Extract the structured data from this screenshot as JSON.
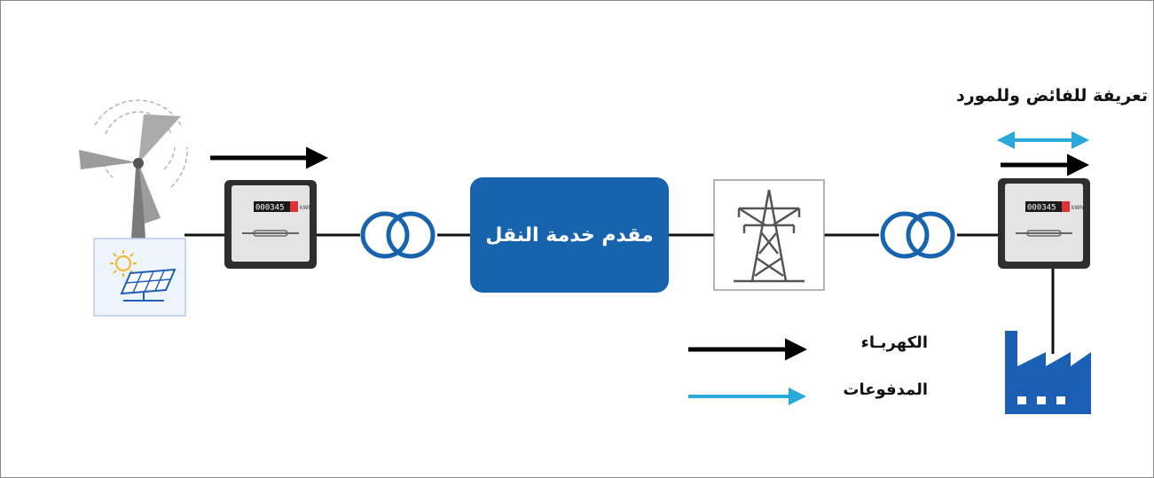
{
  "operator_box": {
    "label": "مقدم خدمة النقل"
  },
  "tariff_label": "تعريفة للفائض وللمورد",
  "legend": {
    "electricity_label": "الكهربـاء",
    "payments_label": "المدفوعات"
  },
  "meters": {
    "left_reading": "000345",
    "right_reading": "000345",
    "unit": "kWh"
  },
  "colors": {
    "operator_fill": "#1763ad",
    "electricity_arrow": "#000000",
    "payments_arrow": "#29a8dc",
    "factory": "#1a5fb3",
    "solar_panel": "#1e5fb5",
    "sun": "#f2b523"
  },
  "icons": {
    "wind_turbine": "wind-turbine-icon",
    "solar_panel": "solar-panel-icon",
    "meter": "electricity-meter-icon",
    "transformer": "transformer-icon",
    "pylon": "transmission-tower-icon",
    "factory": "factory-icon"
  }
}
